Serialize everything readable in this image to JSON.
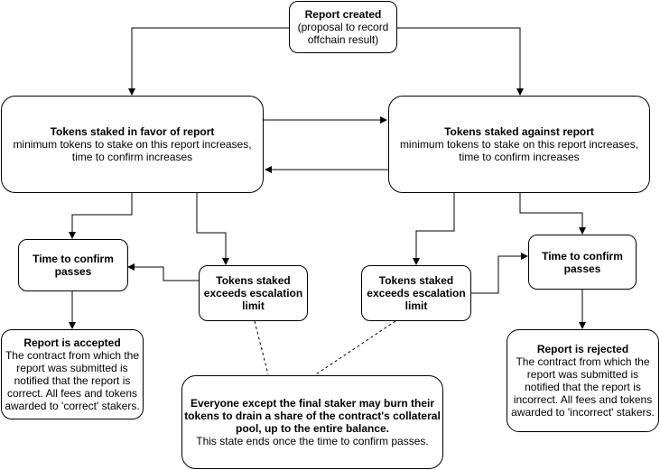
{
  "nodes": {
    "report_created": {
      "title": "Report created",
      "body": "(proposal to record\noffchain result)"
    },
    "favor": {
      "title": "Tokens staked in favor of report",
      "body": "minimum tokens to stake on this report increases,\ntime to confirm increases"
    },
    "against": {
      "title": "Tokens staked against report",
      "body": "minimum tokens to stake on this report increases,\ntime to confirm increases"
    },
    "confirm_left": {
      "title": "Time to confirm\npasses",
      "body": ""
    },
    "escalation_left": {
      "title": "Tokens staked\nexceeds escalation\nlimit",
      "body": ""
    },
    "escalation_right": {
      "title": "Tokens staked\nexceeds escalation\nlimit",
      "body": ""
    },
    "confirm_right": {
      "title": "Time to confirm\npasses",
      "body": ""
    },
    "accepted": {
      "title": "Report is accepted",
      "body": "The contract from which the\nreport was submitted is\nnotified that the report is\ncorrect. All fees and tokens\nawarded to 'correct' stakers."
    },
    "rejected": {
      "title": "Report is rejected",
      "body": "The contract from which the\nreport was submitted is\nnotified that the report is\nincorrect. All fees and tokens\nawarded to 'incorrect' stakers."
    },
    "burn": {
      "title": "Everyone except the final staker may burn their\ntokens to drain a share of the contract's collateral\npool, up to the entire balance.",
      "body": "This state ends once the time to confirm passes."
    }
  }
}
